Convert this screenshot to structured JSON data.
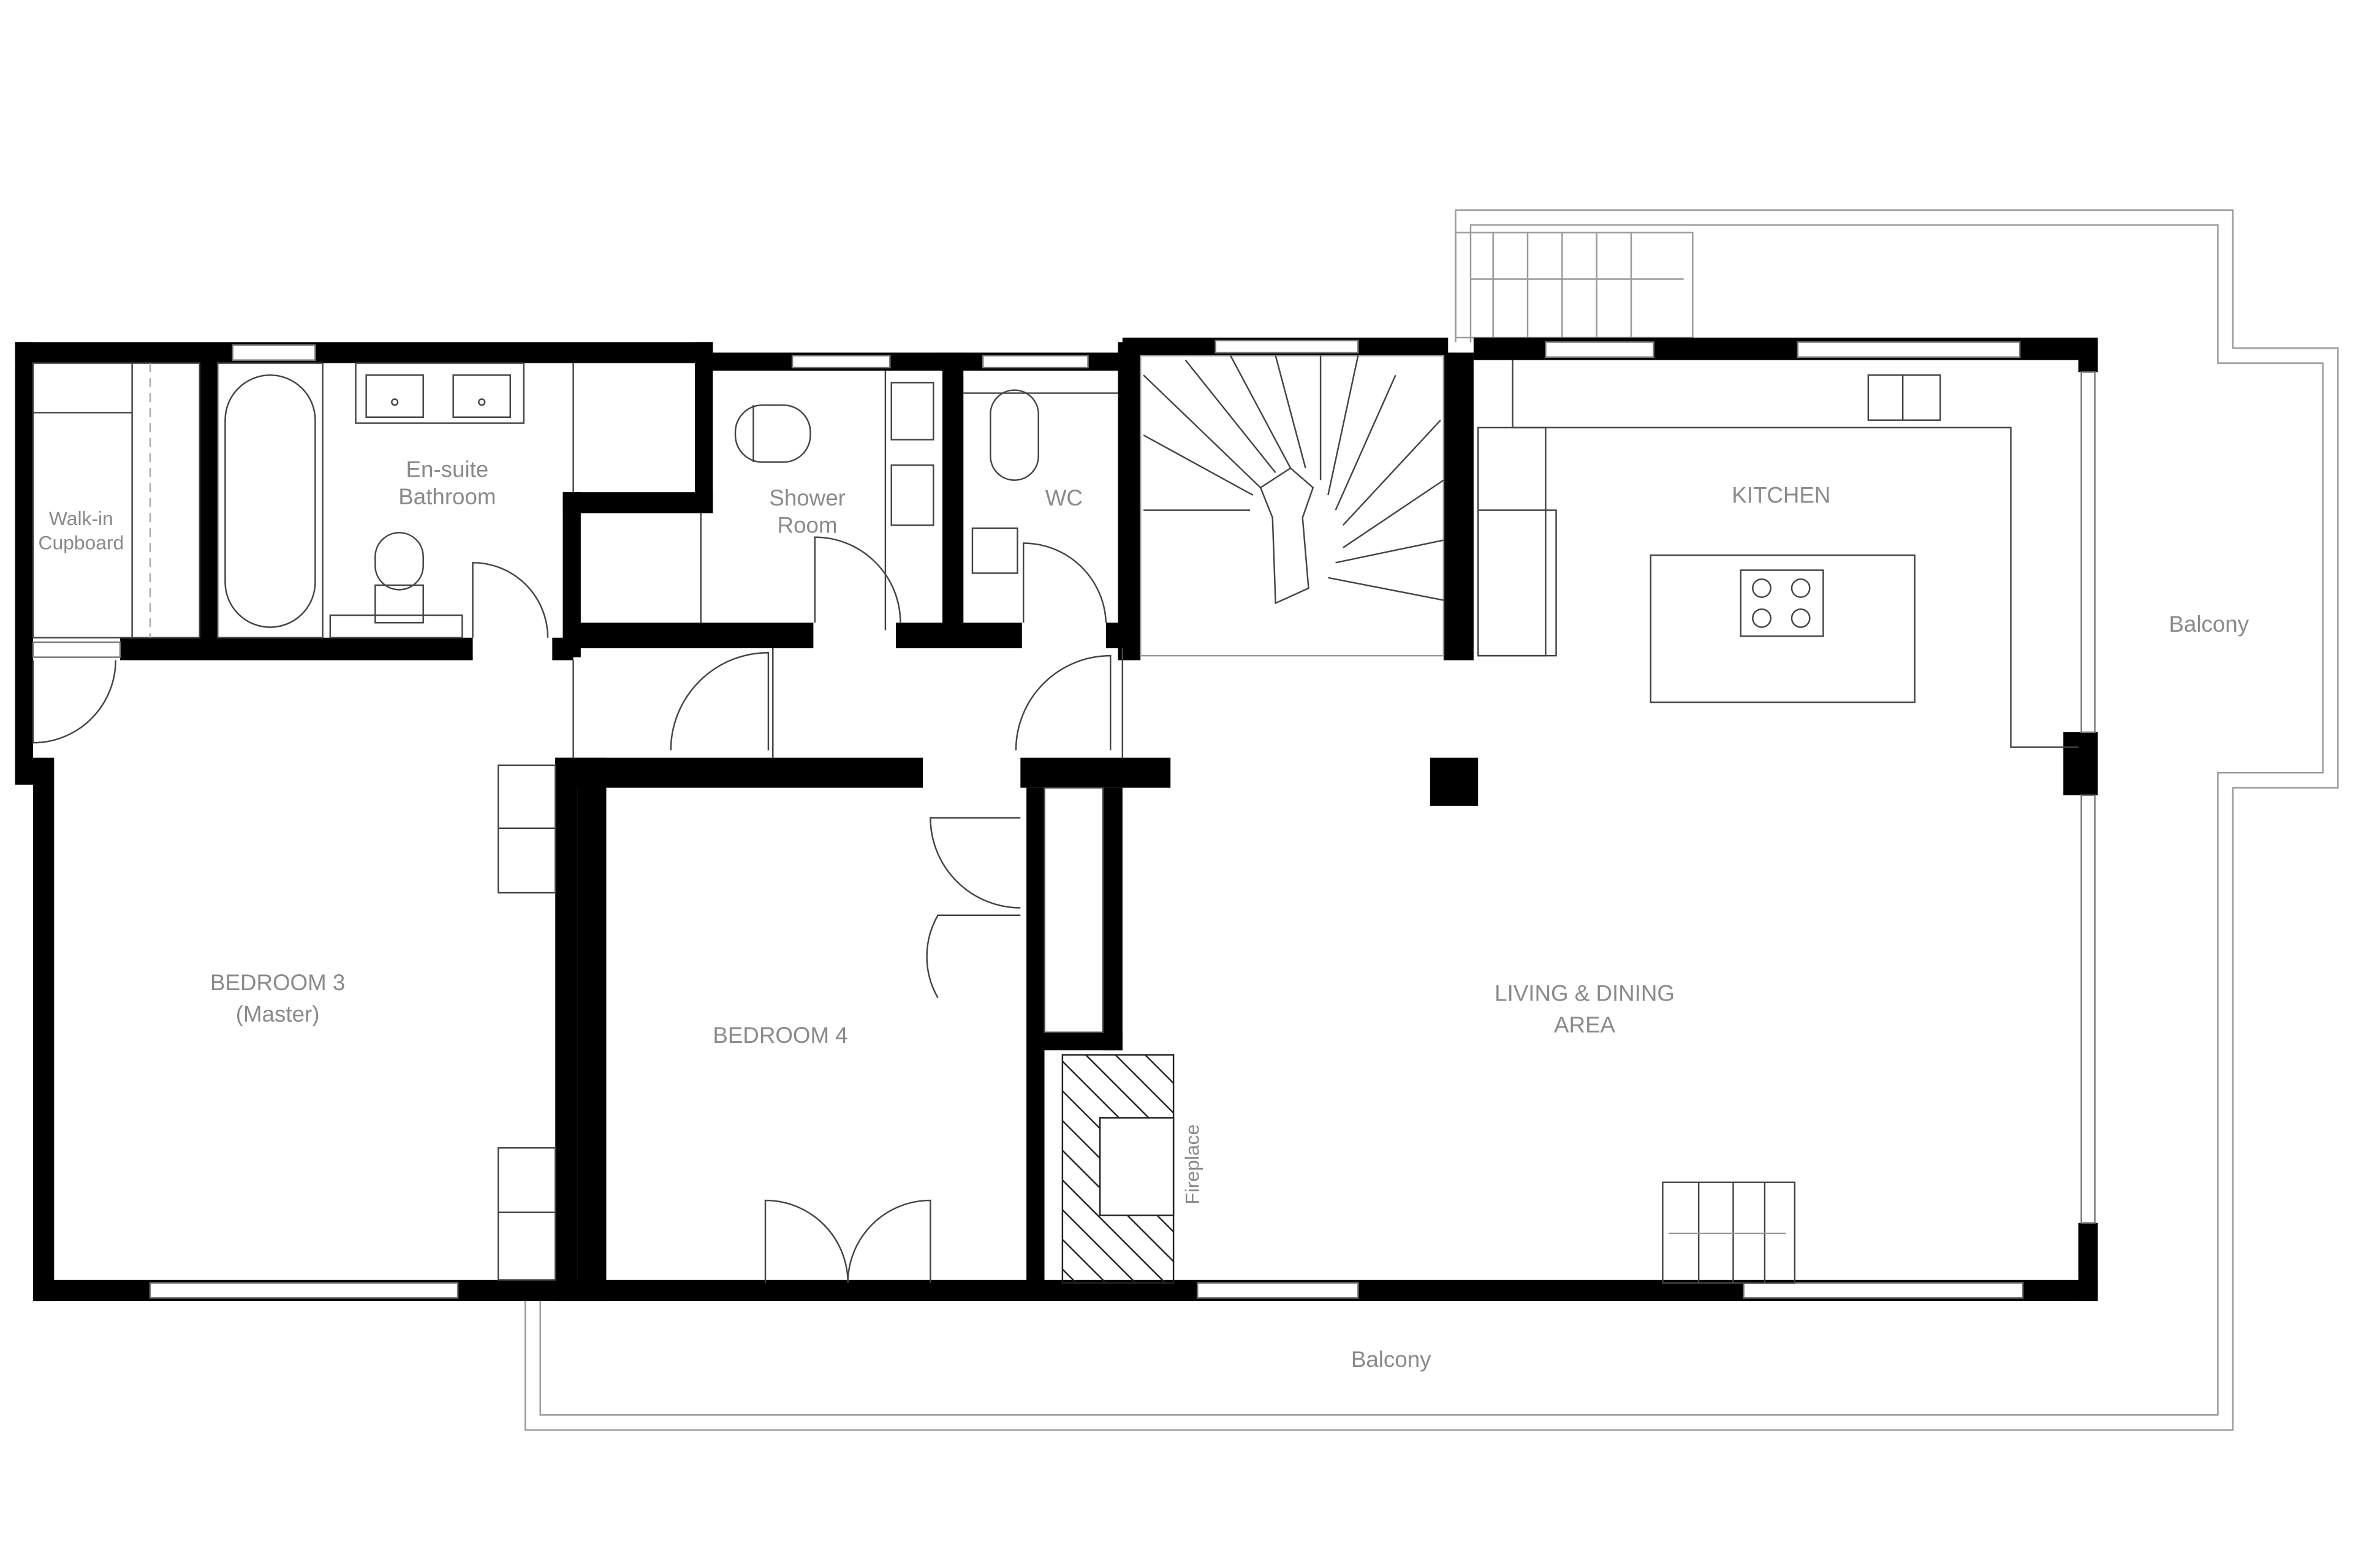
{
  "rooms": {
    "walk_in_cupboard": [
      "Walk-in",
      "Cupboard"
    ],
    "ensuite": [
      "En-suite",
      "Bathroom"
    ],
    "shower_room": [
      "Shower",
      "Room"
    ],
    "wc": "WC",
    "kitchen": "KITCHEN",
    "balcony_right": "Balcony",
    "bedroom3": [
      "BEDROOM 3",
      "(Master)"
    ],
    "bedroom4": "BEDROOM 4",
    "living": [
      "LIVING & DINING",
      "AREA"
    ],
    "fireplace": "Fireplace",
    "balcony_bottom": "Balcony"
  },
  "colors": {
    "wall": "#000000",
    "label": "#8a8a8a",
    "fixture_line": "#444444"
  }
}
